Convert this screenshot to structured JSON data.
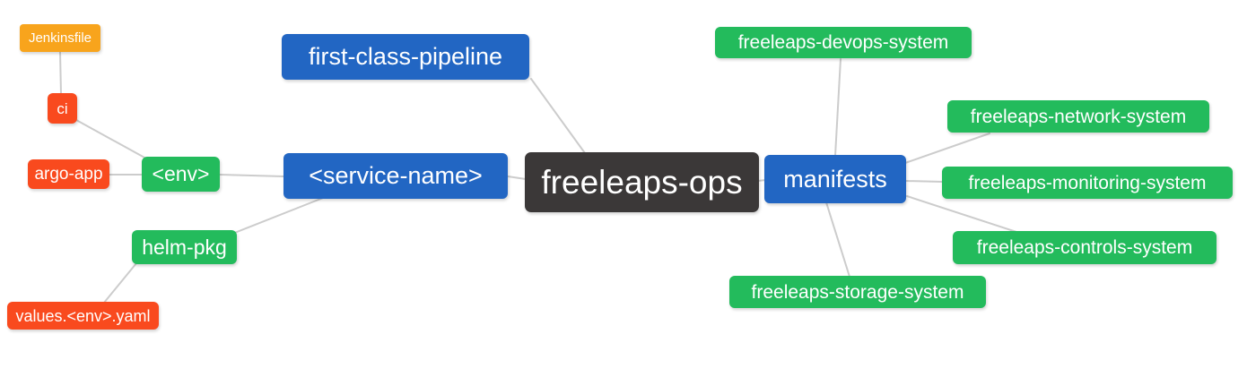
{
  "colors": {
    "root_node": "#3b3838",
    "branch_node": "#2266c3",
    "system_node": "#23bb5c",
    "file_node": "#f94a1e",
    "jenkins_node": "#f8a41c",
    "edge": "#cccccc",
    "node_text": "#ffffff",
    "background": "#ffffff"
  },
  "nodes": [
    {
      "id": "jenkinsfile",
      "label": "Jenkinsfile"
    },
    {
      "id": "ci",
      "label": "ci"
    },
    {
      "id": "argo-app",
      "label": "argo-app"
    },
    {
      "id": "env",
      "label": "<env>"
    },
    {
      "id": "helm-pkg",
      "label": "helm-pkg"
    },
    {
      "id": "values-env-yaml",
      "label": "values.<env>.yaml"
    },
    {
      "id": "first-class-pipeline",
      "label": "first-class-pipeline"
    },
    {
      "id": "service-name",
      "label": "<service-name>"
    },
    {
      "id": "freeleaps-ops",
      "label": "freeleaps-ops"
    },
    {
      "id": "manifests",
      "label": "manifests"
    },
    {
      "id": "freeleaps-devops-system",
      "label": "freeleaps-devops-system"
    },
    {
      "id": "freeleaps-network-system",
      "label": "freeleaps-network-system"
    },
    {
      "id": "freeleaps-monitoring-system",
      "label": "freeleaps-monitoring-system"
    },
    {
      "id": "freeleaps-controls-system",
      "label": "freeleaps-controls-system"
    },
    {
      "id": "freeleaps-storage-system",
      "label": "freeleaps-storage-system"
    }
  ],
  "edges": [
    {
      "from": "jenkinsfile",
      "to": "ci"
    },
    {
      "from": "ci",
      "to": "env"
    },
    {
      "from": "argo-app",
      "to": "env"
    },
    {
      "from": "env",
      "to": "service-name"
    },
    {
      "from": "service-name",
      "to": "helm-pkg"
    },
    {
      "from": "helm-pkg",
      "to": "values-env-yaml"
    },
    {
      "from": "first-class-pipeline",
      "to": "freeleaps-ops"
    },
    {
      "from": "service-name",
      "to": "freeleaps-ops"
    },
    {
      "from": "freeleaps-ops",
      "to": "manifests"
    },
    {
      "from": "manifests",
      "to": "freeleaps-devops-system"
    },
    {
      "from": "manifests",
      "to": "freeleaps-network-system"
    },
    {
      "from": "manifests",
      "to": "freeleaps-monitoring-system"
    },
    {
      "from": "manifests",
      "to": "freeleaps-controls-system"
    },
    {
      "from": "manifests",
      "to": "freeleaps-storage-system"
    }
  ]
}
